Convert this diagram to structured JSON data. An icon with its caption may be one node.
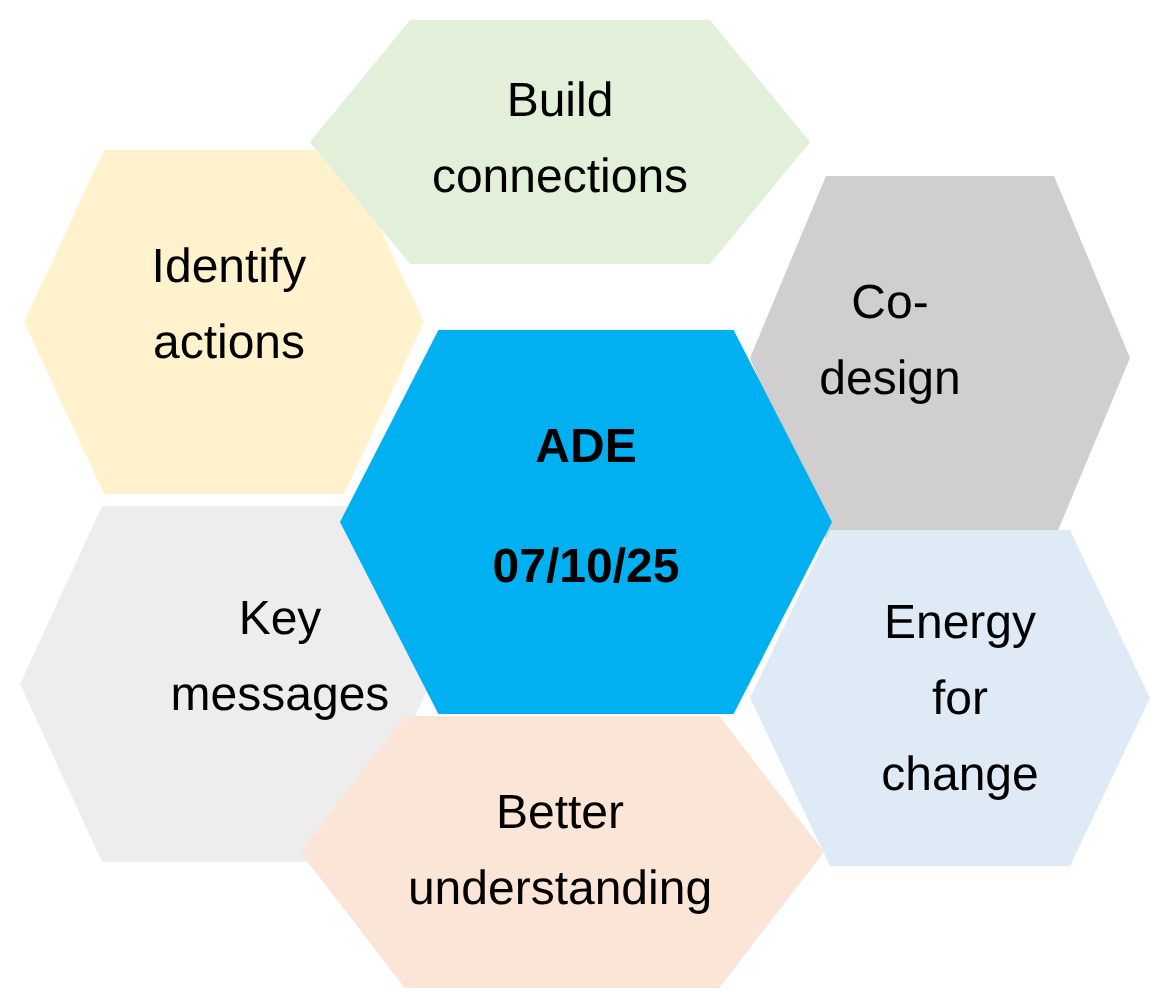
{
  "diagram": {
    "nodes": [
      {
        "text": [
          "Build connections"
        ]
      },
      {
        "text": [
          "Identify actions"
        ]
      },
      {
        "text": [
          "Co-design"
        ]
      },
      {
        "text": [
          "Key messages"
        ]
      },
      {
        "text": [
          "Energy for change"
        ]
      },
      {
        "text": [
          "Better understanding"
        ]
      },
      {
        "text": [
          "ADE",
          "07/10/25"
        ]
      }
    ]
  }
}
